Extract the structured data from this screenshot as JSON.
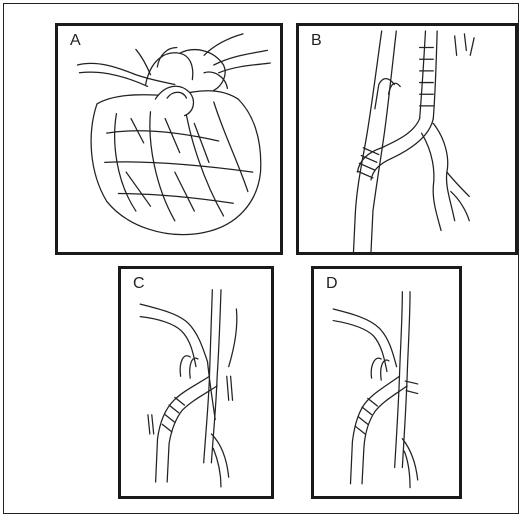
{
  "figure": {
    "panels": [
      {
        "label": "A",
        "icon": "heart-anatomy-drawing"
      },
      {
        "label": "B",
        "icon": "vascular-graft-drawing"
      },
      {
        "label": "C",
        "icon": "vascular-graft-drawing"
      },
      {
        "label": "D",
        "icon": "vascular-graft-drawing"
      }
    ]
  }
}
